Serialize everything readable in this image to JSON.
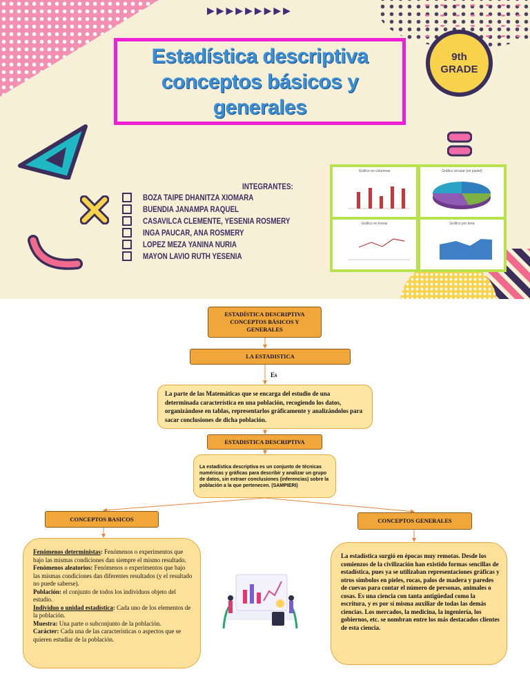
{
  "cover": {
    "title_lines": [
      "Estadística descriptiva",
      "conceptos básicos y",
      "generales"
    ],
    "grade_line1": "9th",
    "grade_line2": "GRADE",
    "arrow_decor": "▶▶▶▶▶▶▶▶▶",
    "team_heading": "INTEGRANTES:",
    "members": [
      "BOZA TAIPE DHANITZA XIOMARA",
      "BUENDIA JANAMPA RAQUEL",
      "CASAVILCA CLEMENTE, YESENIA ROSMERY",
      "INGA PAUCAR, ANA ROSMERY",
      "LOPEZ MEZA YANINA NURIA",
      "MAYON LAVIO RUTH YESENIA"
    ],
    "mini_charts": [
      {
        "title": "Gráfico en columnas"
      },
      {
        "title": "Gráfico circular (en pastel)"
      },
      {
        "title": "Gráfico en líneas"
      },
      {
        "title": "Gráfico por área"
      }
    ],
    "colors": {
      "accent_pink": "#ef1fd4",
      "title_blue": "#3a8ed6",
      "grade_yellow": "#f7d24a",
      "panel_green": "#b7e24b"
    },
    "icons": [
      "triangle-ruler-icon",
      "x-mark-icon",
      "curve-ruler-icon",
      "stack-icon"
    ]
  },
  "map": {
    "root": "ESTADÍSTICA DESCRIPTIVA CONCEPTOS BÁSICOS Y GENERALES",
    "node_estadistica": "LA ESTADISTICA",
    "link_label": "Es",
    "definition": "La parte de las Matemáticas que se encarga del estudio de una determinada característica en una población, recogiendo los datos, organizándose en tablas, representarlos gráficamente y analizándolos para sacar conclusiones de dicha población.",
    "node_descriptiva": "ESTADISTICA DESCRIPTIVA",
    "descriptiva_text": "La estadística descriptiva es un conjunto de técnicas numéricas y gráficas para describir y analizar un grupo de datos, sin extraer conclusiones (inferencias) sobre la población a la que pertenecen. (SAMPIERI)",
    "node_basicos": "CONCEPTOS BASICOS",
    "node_generales": "CONCEPTOS GENERALES",
    "basicos_items": [
      {
        "term": "Fenómenos deterministas",
        "sep": ": ",
        "def": "Fenómenos o experimentos que bajo las mismas condiciones dan siempre el mismo resultado."
      },
      {
        "term": "Fenómenos aleatorios",
        "sep": ": ",
        "def": "Fenómenos o experimentos que bajo las mismas condiciones dan diferentes resultados (y el resultado no puede saberse)."
      },
      {
        "term": "Población",
        "sep": ": ",
        "def": "el conjunto de todos los individuos objeto del estudio."
      },
      {
        "term": "Individuo o unidad estadística",
        "sep": ": ",
        "def": "Cada uno de los elementos de la población."
      },
      {
        "term": "Muestra",
        "sep": ": ",
        "def": "Una parte o subconjunto de la población."
      },
      {
        "term": "Carácter",
        "sep": ": ",
        "def": "Cada una de las características o aspectos que se quieren estudiar de la población."
      }
    ],
    "generales_text": "La estadística surgió en épocas muy remotas. Desde los comienzos de la civilización han existido formas sencillas de estadística, pues ya se utilizaban representaciones gráficas y otros símbolos en pieles, rocas, palos de madera y paredes de cuevas para contar el número de personas, animales o cosas. Es una ciencia con tanta antigüedad como la escritura, y es por sí misma auxiliar de todas las demás ciencias. Los mercados, la medicina, la ingeniería, los gobiernos, etc. se nombran entre los más destacados clientes de esta ciencia.",
    "colors": {
      "header_orange": "#f1a63a",
      "text_box": "#fde6a3",
      "connector": "#e8843a"
    }
  }
}
